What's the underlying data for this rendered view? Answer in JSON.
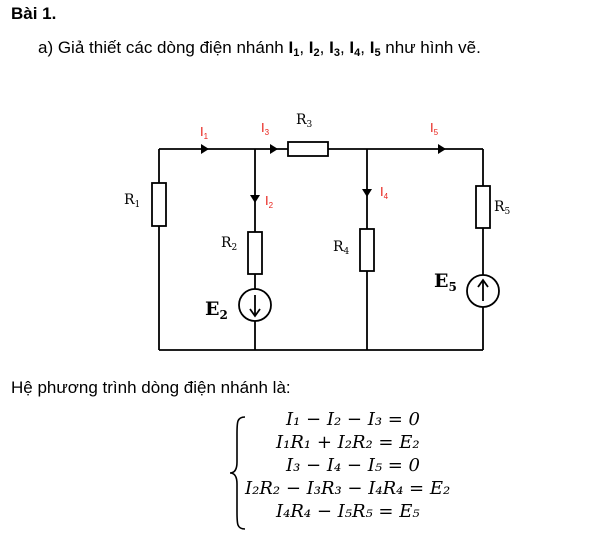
{
  "heading": "Bài 1.",
  "part_a": {
    "prefix": "a) Giả thiết các dòng điện nhánh ",
    "currents": [
      {
        "sym": "I",
        "sub": "1",
        "sep": ", "
      },
      {
        "sym": "I",
        "sub": "2",
        "sep": ", "
      },
      {
        "sym": "I",
        "sub": "3",
        "sep": ", "
      },
      {
        "sym": "I",
        "sub": "4",
        "sep": ", "
      },
      {
        "sym": "I",
        "sub": "5",
        "sep": ""
      }
    ],
    "suffix": " như hình vẽ."
  },
  "circuit": {
    "resistors": [
      {
        "name": "R",
        "sub": "1"
      },
      {
        "name": "R",
        "sub": "2"
      },
      {
        "name": "R",
        "sub": "3"
      },
      {
        "name": "R",
        "sub": "4"
      },
      {
        "name": "R",
        "sub": "5"
      }
    ],
    "sources": [
      {
        "name": "E",
        "sub": "2",
        "direction": "down"
      },
      {
        "name": "E",
        "sub": "5",
        "direction": "up"
      }
    ],
    "current_labels": [
      {
        "name": "I",
        "sub": "1"
      },
      {
        "name": "I",
        "sub": "2"
      },
      {
        "name": "I",
        "sub": "3"
      },
      {
        "name": "I",
        "sub": "4"
      },
      {
        "name": "I",
        "sub": "5"
      }
    ],
    "current_color": "#e8221b",
    "wire_color": "#000000"
  },
  "system_label": "Hệ phương trình dòng điện nhánh là:",
  "equations": [
    "I₁ − I₂ − I₃ = 0",
    "I₁R₁ + I₂R₂ = E₂",
    "I₃ − I₄ − I₅ = 0",
    "I₂R₂ − I₃R₃ − I₄R₄ = E₂",
    "I₄R₄ − I₅R₅ = E₅"
  ]
}
